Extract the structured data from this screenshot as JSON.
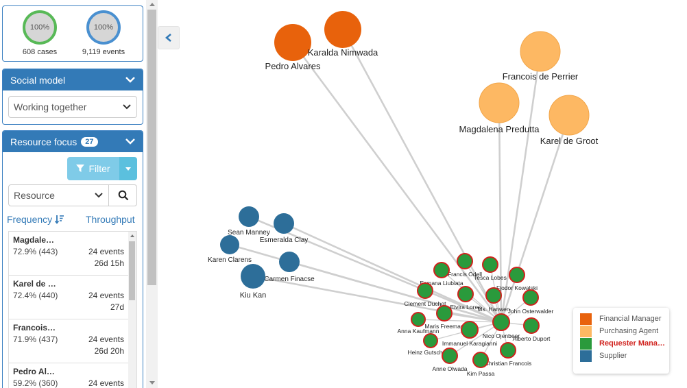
{
  "stats": {
    "cases": {
      "percent": "100%",
      "label": "608 cases"
    },
    "events": {
      "percent": "100%",
      "label": "9,119 events"
    }
  },
  "social_model": {
    "title": "Social model",
    "selected": "Working together"
  },
  "resource_focus": {
    "title": "Resource focus",
    "count": "27",
    "filter_label": "Filter",
    "resource_select": "Resource",
    "sort_frequency": "Frequency",
    "sort_throughput": "Throughput",
    "items": [
      {
        "name": "Magdale…",
        "percent": "72.9% (443)",
        "events": "24 events",
        "duration": "26d 15h"
      },
      {
        "name": "Karel de …",
        "percent": "72.4% (440)",
        "events": "24 events",
        "duration": "27d"
      },
      {
        "name": "Francois…",
        "percent": "71.9% (437)",
        "events": "24 events",
        "duration": "26d 20h"
      },
      {
        "name": "Pedro Al…",
        "percent": "59.2% (360)",
        "events": "24 events",
        "duration": ""
      }
    ]
  },
  "colors": {
    "financial_manager": "#e8620c",
    "purchasing_agent": "#fdb863",
    "requester_manager": "#2a9a3c",
    "supplier": "#2d6e99",
    "edge": "#cfcfcf"
  },
  "legend": [
    {
      "label": "Financial Manager",
      "color": "#e8620c",
      "active": false
    },
    {
      "label": "Purchasing Agent",
      "color": "#fdb863",
      "active": false
    },
    {
      "label": "Requester Mana…",
      "color": "#2a9a3c",
      "active": true
    },
    {
      "label": "Supplier",
      "color": "#2d6e99",
      "active": false
    }
  ],
  "graph": {
    "hub": "Nico Ojenbeer",
    "nodes": [
      {
        "name": "Pedro Alvares",
        "role": "financial_manager"
      },
      {
        "name": "Karalda Nimwada",
        "role": "financial_manager"
      },
      {
        "name": "Francois de Perrier",
        "role": "purchasing_agent"
      },
      {
        "name": "Magdalena Predutta",
        "role": "purchasing_agent"
      },
      {
        "name": "Karel de Groot",
        "role": "purchasing_agent"
      },
      {
        "name": "Sean Manney",
        "role": "supplier"
      },
      {
        "name": "Esmeralda Clay",
        "role": "supplier"
      },
      {
        "name": "Karen Clarens",
        "role": "supplier"
      },
      {
        "name": "Carmen Finacse",
        "role": "supplier"
      },
      {
        "name": "Kiu Kan",
        "role": "supplier"
      },
      {
        "name": "Francis Odell",
        "role": "requester_manager"
      },
      {
        "name": "Tesca Lobes",
        "role": "requester_manager"
      },
      {
        "name": "Esmana Liubiata",
        "role": "requester_manager"
      },
      {
        "name": "Fjodor Kowalski",
        "role": "requester_manager"
      },
      {
        "name": "Clement Duchot",
        "role": "requester_manager"
      },
      {
        "name": "Elvira Lores",
        "role": "requester_manager"
      },
      {
        "name": "Ms. Hanwen",
        "role": "requester_manager"
      },
      {
        "name": "John Osterwalder",
        "role": "requester_manager"
      },
      {
        "name": "Maris Freeman",
        "role": "requester_manager"
      },
      {
        "name": "Anna Kaufmann",
        "role": "requester_manager"
      },
      {
        "name": "Nico Ojenbeer",
        "role": "requester_manager"
      },
      {
        "name": "Alberto Duport",
        "role": "requester_manager"
      },
      {
        "name": "Immanuel Karagianni",
        "role": "requester_manager"
      },
      {
        "name": "Heinz Gutschmidt",
        "role": "requester_manager"
      },
      {
        "name": "Christian Francois",
        "role": "requester_manager"
      },
      {
        "name": "Anne Olwada",
        "role": "requester_manager"
      },
      {
        "name": "Kim Passa",
        "role": "requester_manager"
      }
    ]
  }
}
